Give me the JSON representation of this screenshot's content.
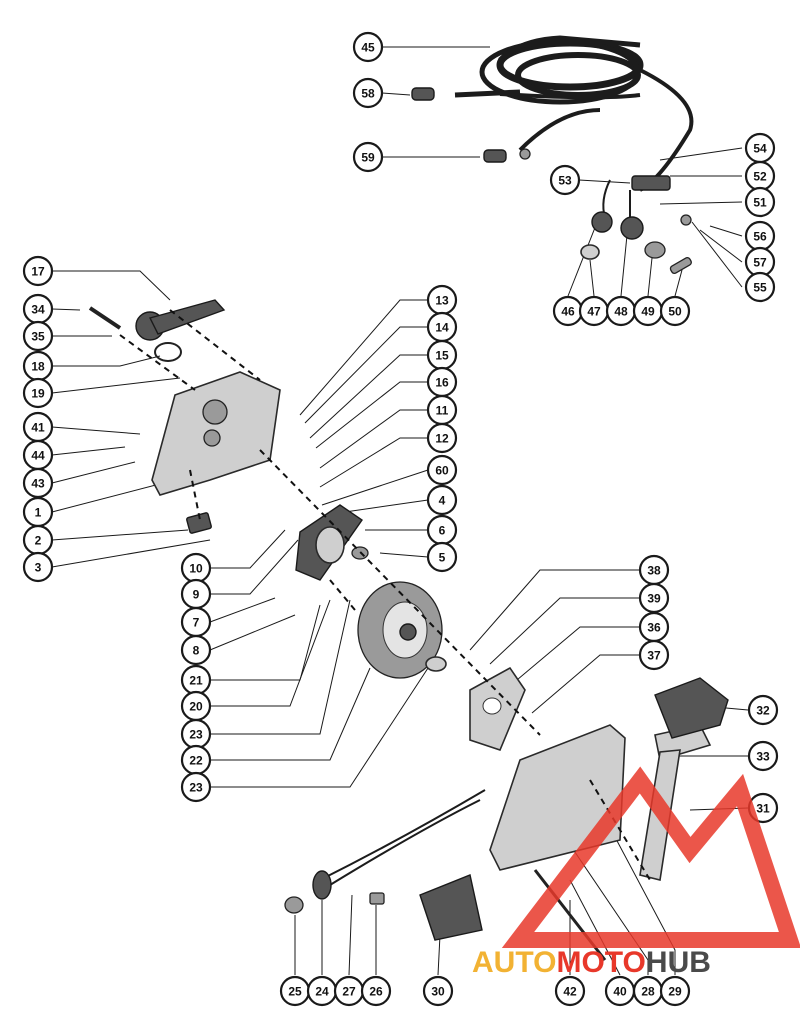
{
  "callouts": [
    {
      "id": "c45",
      "label": "45"
    },
    {
      "id": "c58",
      "label": "58"
    },
    {
      "id": "c59",
      "label": "59"
    },
    {
      "id": "c54",
      "label": "54"
    },
    {
      "id": "c53",
      "label": "53"
    },
    {
      "id": "c52",
      "label": "52"
    },
    {
      "id": "c51",
      "label": "51"
    },
    {
      "id": "c56",
      "label": "56"
    },
    {
      "id": "c57",
      "label": "57"
    },
    {
      "id": "c55",
      "label": "55"
    },
    {
      "id": "c46",
      "label": "46"
    },
    {
      "id": "c47",
      "label": "47"
    },
    {
      "id": "c48",
      "label": "48"
    },
    {
      "id": "c49",
      "label": "49"
    },
    {
      "id": "c50",
      "label": "50"
    },
    {
      "id": "c17",
      "label": "17"
    },
    {
      "id": "c34",
      "label": "34"
    },
    {
      "id": "c35",
      "label": "35"
    },
    {
      "id": "c18",
      "label": "18"
    },
    {
      "id": "c19",
      "label": "19"
    },
    {
      "id": "c41",
      "label": "41"
    },
    {
      "id": "c44",
      "label": "44"
    },
    {
      "id": "c43",
      "label": "43"
    },
    {
      "id": "c1",
      "label": "1"
    },
    {
      "id": "c2",
      "label": "2"
    },
    {
      "id": "c3",
      "label": "3"
    },
    {
      "id": "c13",
      "label": "13"
    },
    {
      "id": "c14",
      "label": "14"
    },
    {
      "id": "c15",
      "label": "15"
    },
    {
      "id": "c16",
      "label": "16"
    },
    {
      "id": "c11",
      "label": "11"
    },
    {
      "id": "c12",
      "label": "12"
    },
    {
      "id": "c60",
      "label": "60"
    },
    {
      "id": "c4",
      "label": "4"
    },
    {
      "id": "c6",
      "label": "6"
    },
    {
      "id": "c5",
      "label": "5"
    },
    {
      "id": "c10",
      "label": "10"
    },
    {
      "id": "c9",
      "label": "9"
    },
    {
      "id": "c7",
      "label": "7"
    },
    {
      "id": "c8",
      "label": "8"
    },
    {
      "id": "c21",
      "label": "21"
    },
    {
      "id": "c20",
      "label": "20"
    },
    {
      "id": "c23a",
      "label": "23"
    },
    {
      "id": "c22",
      "label": "22"
    },
    {
      "id": "c23b",
      "label": "23"
    },
    {
      "id": "c38",
      "label": "38"
    },
    {
      "id": "c39",
      "label": "39"
    },
    {
      "id": "c36",
      "label": "36"
    },
    {
      "id": "c37",
      "label": "37"
    },
    {
      "id": "c32",
      "label": "32"
    },
    {
      "id": "c33",
      "label": "33"
    },
    {
      "id": "c31",
      "label": "31"
    },
    {
      "id": "c25",
      "label": "25"
    },
    {
      "id": "c24",
      "label": "24"
    },
    {
      "id": "c27",
      "label": "27"
    },
    {
      "id": "c26",
      "label": "26"
    },
    {
      "id": "c30",
      "label": "30"
    },
    {
      "id": "c42",
      "label": "42"
    },
    {
      "id": "c40",
      "label": "40"
    },
    {
      "id": "c28",
      "label": "28"
    },
    {
      "id": "c29",
      "label": "29"
    }
  ],
  "watermark": {
    "part1": "AUTO",
    "part2": "MOTO",
    "part3": "HUB",
    "color_primary": "#e8382a",
    "color_secondary": "#f2b233",
    "color_tertiary": "#4a4a4a"
  }
}
